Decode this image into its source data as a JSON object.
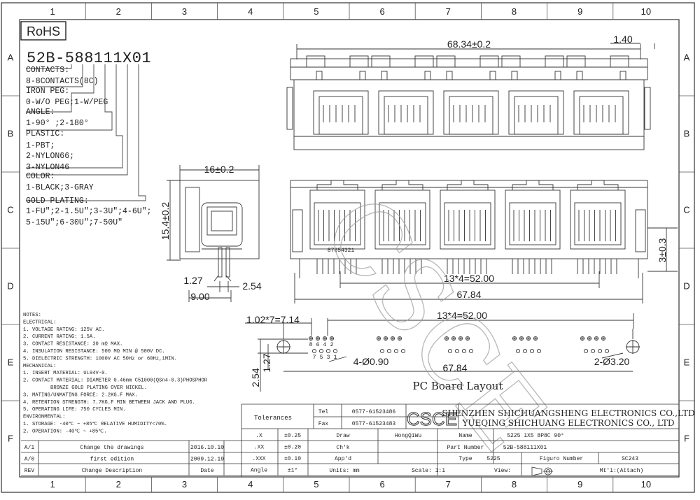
{
  "grid": {
    "columns": [
      "1",
      "2",
      "3",
      "4",
      "5",
      "6",
      "7",
      "8",
      "9",
      "10"
    ],
    "rows": [
      "A",
      "B",
      "C",
      "D",
      "E",
      "F"
    ]
  },
  "rohs": "RoHS",
  "part_code": "52B-588111X01",
  "legend": [
    "CONTACTS:",
    "8-8CONTACTS(8C)",
    "IRON PEG:",
    "0-W/O PEG;1-W/PEG",
    "ANGLE:",
    "1-90° ;2-180°",
    "PLASTIC:",
    "1-PBT;",
    "2-NYLON66;",
    "3-NYLON46",
    "COLOR:",
    "1-BLACK;3-GRAY",
    "GOLD PLATING:",
    "1-FU\";2-1.5U\";3-3U\";4-6U\";",
    "5-15U\";6-30U\";7-50U\""
  ],
  "notes": [
    "NOTES:",
    "ELECTRICAL:",
    "1. VOLTAGE RATING: 125V AC.",
    "2. CURRENT RATING: 1.5A.",
    "3. CONTACT RESISTANCE: 30 mΩ MAX.",
    "4. INSULATION RESISTANCE: 500 MΩ MIN @ 500V DC.",
    "5. DIELECTRIC STRENGTH: 1000V AC 50Hz or 60Hz,1MIN.",
    "MECHANICAL:",
    "1. INSERT MATERIAL: UL94V-0.",
    "2. CONTACT MATERIAL: DIAMETER 0.46mm C51000(QSn4-0.3)PHOSPHOR",
    "BRONZE GOLD PLATING OVER NICKEL.",
    "3. MATING/UNMATING FORCE: 2.2KG.F MAX.",
    "4. RETENTION STRENGTH: 7.7KG.F MIN BETWEEN JACK AND PLUG.",
    "5. OPERATING LIFE: 750 CYCLES MIN.",
    "ENVIRONMENTAL:",
    "1. STORAGE: -40℃ ~ +85℃ RELATIVE HUMIDITY<70%.",
    "2. OPERATION: -40℃ ~ +85℃."
  ],
  "dimensions": {
    "top_width": "68.34±0.2",
    "top_right": "1.40",
    "side_width": "16±0.2",
    "side_height": "15.4±0.2",
    "side_pin": "1.27",
    "side_pin2": "2.54",
    "side_base": "9.00",
    "front_right": "3±0.3",
    "front_pitch": "13*4=52.00",
    "front_total": "67.84",
    "pins_label": "87654321",
    "pcb_pitch_small": "1.02*7=7.14",
    "pcb_pitch": "13*4=52.00",
    "pcb_hole_small": "4-Ø0.90",
    "pcb_total": "67.84",
    "pcb_peg": "2-Ø3.20",
    "pcb_v1": "2.54",
    "pcb_v2": "1.27",
    "pcb_row_top": [
      "8",
      "6",
      "4",
      "2"
    ],
    "pcb_row_bottom": [
      "7",
      "5",
      "3",
      "1"
    ]
  },
  "pcb_title": "PC Board Layout",
  "watermark": "CSCE",
  "title_block": {
    "tolerances": "Tolerances",
    "tel_label": "Tel",
    "tel": "0577-61523486",
    "fax_label": "Fax",
    "fax": "0577-61523483",
    "logo": "CSCE",
    "company1": "SHENZHEN SHICHUANGSHENG ELECTRONICS CO.,LTD",
    "company2": "YUEQING SHICHUANG ELECTRONICS CO., LTD",
    "tol_rows": [
      {
        "k": ".X",
        "v": "±0.25"
      },
      {
        "k": ".XX",
        "v": "±0.20"
      },
      {
        "k": ".XXX",
        "v": "±0.10"
      },
      {
        "k": "Angle",
        "v": "±1°"
      }
    ],
    "draw": "Draw",
    "draw_by": "HongQiWu",
    "chk": "Ch'k",
    "appd": "App'd",
    "units": "Units: mm",
    "scale": "Scale: 1:1",
    "name_label": "Name",
    "name_value": "5225 1X5 8P8C 90°",
    "part_label": "Part Number",
    "part_value": "52B-588111X01",
    "type_label": "Type",
    "type_value": "5225",
    "figure_label": "Figuro Number",
    "figure_value": "SC243",
    "view_label": "View:",
    "mt_label": "Mt'1:(Attach)",
    "revisions": [
      {
        "rev": "A/1",
        "desc": "Change the drawings",
        "date": "2016.10.10"
      },
      {
        "rev": "A/0",
        "desc": "first edition",
        "date": "2009.12.19"
      }
    ],
    "rev_header": {
      "rev": "REV",
      "desc": "Change Description",
      "date": "Date"
    }
  }
}
